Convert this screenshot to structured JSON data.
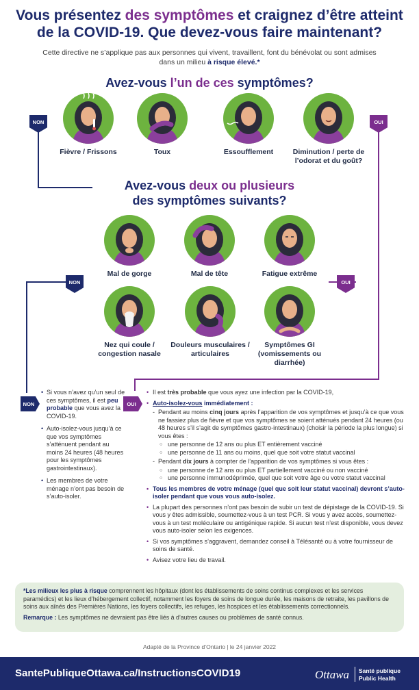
{
  "title": {
    "part1": "Vous présentez ",
    "part2": "des symptômes",
    "part3": " et craignez d’être atteint de la COVID-19. Que devez-vous faire maintenant?"
  },
  "intro": {
    "text": "Cette directive ne s’applique pas aux personnes qui vivent, travaillent, font du bénévolat ou sont admises dans un milieu ",
    "bold": "à risque élevé.*"
  },
  "q1": {
    "part1": "Avez-vous ",
    "part2": "l’un de ces",
    "part3": " symptômes?"
  },
  "q2": {
    "part1": "Avez-vous ",
    "part2": "deux ou plusieurs",
    "part3": "des symptômes suivants?"
  },
  "badges": {
    "non": "NON",
    "oui": "OUI"
  },
  "symptoms_group1": [
    {
      "label": "Fièvre / Frissons",
      "icon": "fever-icon"
    },
    {
      "label": "Toux",
      "icon": "cough-icon"
    },
    {
      "label": "Essoufflement",
      "icon": "shortness-of-breath-icon"
    },
    {
      "label": "Diminution / perte de l’odorat et du goût?",
      "icon": "loss-of-smell-icon"
    }
  ],
  "symptoms_group2": [
    {
      "label": "Mal de gorge",
      "icon": "sore-throat-icon"
    },
    {
      "label": "Mal de tête",
      "icon": "headache-icon"
    },
    {
      "label": "Fatigue extrême",
      "icon": "fatigue-icon"
    },
    {
      "label": "Nez qui coule / congestion nasale",
      "icon": "runny-nose-icon"
    },
    {
      "label": "Douleurs musculaires / articulaires",
      "icon": "muscle-pain-icon"
    },
    {
      "label": "Symptômes GI (vomissements ou diarrhée)",
      "icon": "gi-symptoms-icon"
    }
  ],
  "left_box": {
    "item1_a": "Si vous n’avez qu’un seul de ces symptômes, il est ",
    "item1_bold": "peu probable",
    "item1_b": " que vous avez la COVID-19.",
    "item2": "Auto-isolez-vous jusqu’à ce que vos symptômes s’atténuent pendant au moins 24 heures (48 heures pour les symptômes gastrointestinaux).",
    "item3": "Les membres de votre ménage n’ont pas besoin de s’auto-isoler."
  },
  "right_box": {
    "item1_a": "Il est ",
    "item1_bold": "très probable",
    "item1_b": " que vous ayez une infection par la COVID-19,",
    "item2_head": "Auto-isolez-vous",
    "item2_head_b": " immédiatement :",
    "sub1_a": "Pendant au moins ",
    "sub1_bold": "cinq jours",
    "sub1_b": " après l’apparition de vos symptômes et jusqu’à ce que vous ne fassiez plus de fièvre et que vos symptômes se soient atténués pendant 24 heures (ou 48 heures s’il s’agit de symptômes gastro-intestinaux) (choisir la période la plus longue) si vous êtes :",
    "sub1_c1": "une personne de 12 ans ou plus ET entièrement vacciné",
    "sub1_c2": "une personne de 11 ans ou moins, quel que soit votre statut vaccinal",
    "sub2_a": "Pendant ",
    "sub2_bold": "dix jours",
    "sub2_b": " à compter de l’apparition de vos symptômes si vous êtes :",
    "sub2_c1": "une personne de 12 ans ou plus ET partiellement vacciné ou non vacciné",
    "sub2_c2": "une personne immunodéprimée, quel que soit votre âge ou votre statut vaccinal",
    "item3": "Tous les membres de votre ménage (quel que soit leur statut vaccinal) devront s’auto-isoler pendant que vous vous auto-isolez.",
    "item4": "La plupart des personnes n’ont pas besoin de subir un test de dépistage de la COVID-19. Si vous y êtes admissible, soumettez-vous à un test PCR. Si vous y avez accès, soumettez-vous à un test moléculaire ou antigénique rapide. Si aucun test n’est disponible, vous devez vous auto-isoler selon les exigences.",
    "item5": "Si vos symptômes s’aggravent, demandez conseil à Télésanté ou à votre fournisseur de soins de santé.",
    "item6": "Avisez votre lieu de travail."
  },
  "footnote": {
    "bold1": "*Les milieux les plus à risque",
    "text1": " comprennent les hôpitaux (dont les établissements de soins continus complexes et les services paramédics) et les lieux d’hébergement collectif, notamment les foyers de soins de longue durée, les maisons de retraite, les pavillons de soins aux aînés des Premières Nations, les foyers collectifs, les refuges, les hospices et les établissements correctionnels.",
    "bold2": "Remarque :",
    "text2": " Les symptômes ne devraient pas être liés à d’autres causes ou problèmes de santé connus."
  },
  "adapted": "Adapté de la Province d’Ontario | le 24 janvier 2022",
  "footer": {
    "url": "SantePubliqueOttawa.ca/InstructionsCOVID19",
    "logo_word": "Ottawa",
    "logo_fr": "Santé publique",
    "logo_en": "Public Health"
  },
  "colors": {
    "navy": "#1d2a6b",
    "purple": "#7b2e8e",
    "green": "#6db33f",
    "footnote_bg": "#e4eedf"
  }
}
